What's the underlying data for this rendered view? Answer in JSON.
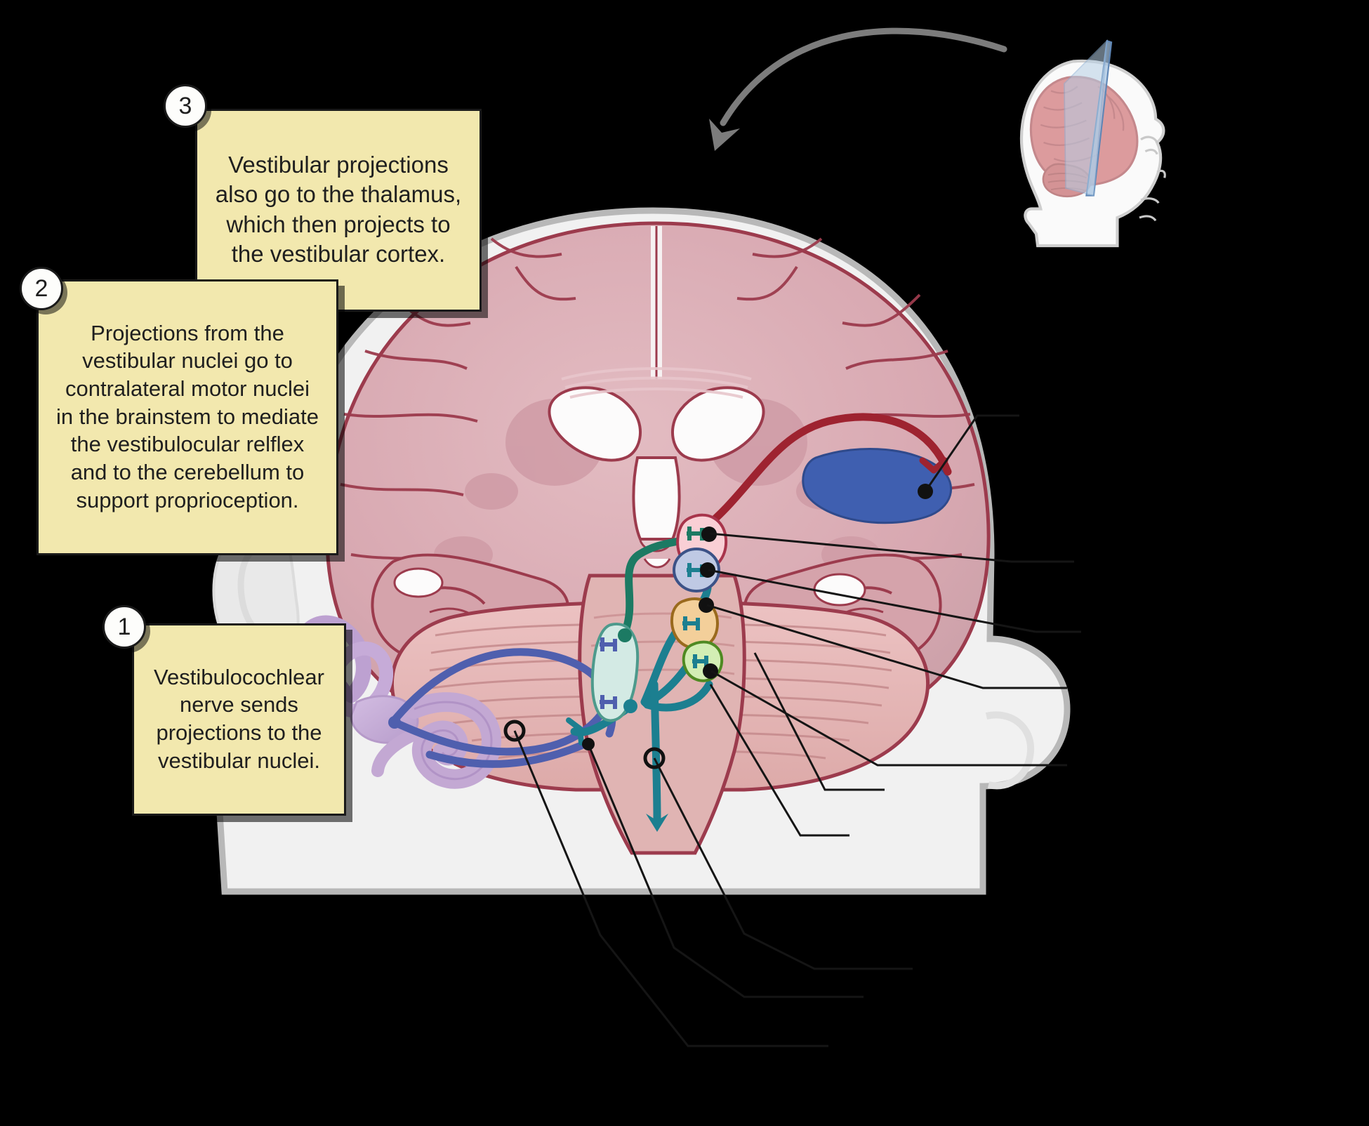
{
  "figure": {
    "type": "anatomical-diagram",
    "subject": "Vestibular pathway — coronal brain section",
    "background_color": "#000000"
  },
  "callouts": [
    {
      "number": "1",
      "text": "Vestibulocochlear\nnerve sends\nprojections to the\nvestibular nuclei.",
      "box_color": "#f2e8ae"
    },
    {
      "number": "2",
      "text": "Projections from the\nvestibular nuclei go to\ncontralateral motor nuclei\nin the brainstem to mediate\nthe vestibulocular relflex\nand to the cerebellum to\nsupport proprioception.",
      "box_color": "#f2e8ae"
    },
    {
      "number": "3",
      "text": "Vestibular projections\nalso go to the thalamus,\nwhich then projects to\nthe vestibular cortex.",
      "box_color": "#f2e8ae"
    }
  ],
  "inset": {
    "name": "head-profile-with-coronal-plane",
    "brain_color": "#d99a9a",
    "plane_color": "#9dbcdc",
    "head_color": "#f4f4f4"
  },
  "anatomy": {
    "head_fill": "#f1f1f1",
    "head_outline": "#b5b5b5",
    "cortex_fill": "#dcafb6",
    "cortex_outline": "#9c3b4d",
    "white_matter": "#f3eef0",
    "cerebellum_fill": "#e3b3b4",
    "brainstem_fill": "#e0b4b3",
    "labyrinth_fill": "#c6aed6",
    "cochlea_fill": "#c3a8d3"
  },
  "nuclei": [
    {
      "name": "thalamus-vpl-nucleus",
      "fill": "#f9cfd5",
      "stroke": "#a8344b"
    },
    {
      "name": "oculomotor-nucleus",
      "fill": "#bfc9e4",
      "stroke": "#3c5287"
    },
    {
      "name": "trochlear-nucleus",
      "fill": "#f3cf9a",
      "stroke": "#9a6a1d"
    },
    {
      "name": "abducens-nucleus",
      "fill": "#d3eeb4",
      "stroke": "#4f8a22"
    },
    {
      "name": "vestibular-nuclei",
      "fill": "#d3eae4",
      "stroke": "#4d9a8c"
    }
  ],
  "tracts": [
    {
      "name": "vestibulocochlear-nerve",
      "color": "#4f5fae"
    },
    {
      "name": "thalamocortical-tract",
      "color": "#9e2330"
    },
    {
      "name": "vestibulo-thalamic-tract",
      "color": "#1c7a63"
    },
    {
      "name": "vestibulo-ocular-tract",
      "color": "#1c7f90"
    },
    {
      "name": "vestibulospinal-tract",
      "color": "#1c7f90"
    }
  ],
  "cortex_highlight": {
    "name": "vestibular-cortex",
    "fill": "#3f5fb0"
  },
  "leader_lines": {
    "color": "#1a1a1a",
    "marker_filled": "#111111",
    "marker_open_stroke": "#111111",
    "count_right": 5,
    "count_bottom": 5
  },
  "inset_arrow": {
    "name": "inset-pointer-arrow",
    "color": "#7c7c7c"
  }
}
